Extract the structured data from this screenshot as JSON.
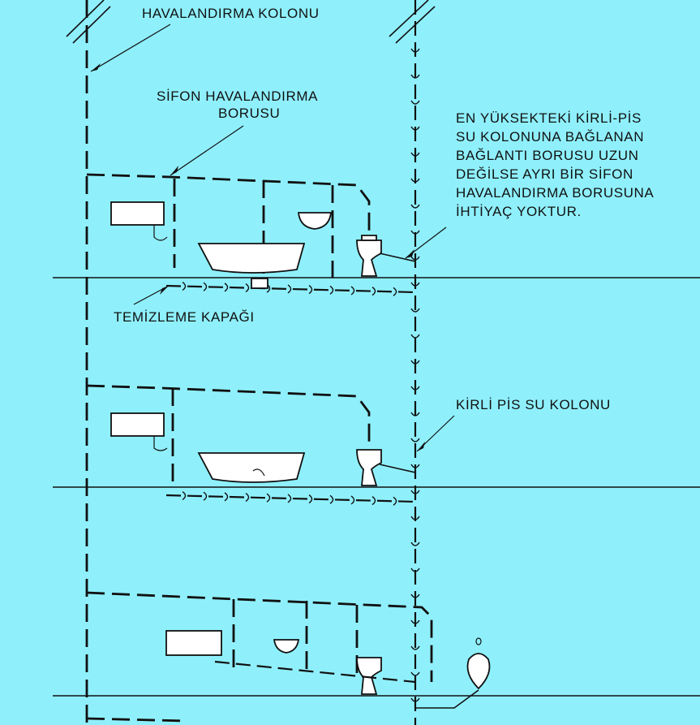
{
  "diagram": {
    "labels": {
      "vent_stack": "HAVALANDIRMA KOLONU",
      "trap_vent_line1": "SİFON HAVALANDIRMA",
      "trap_vent_line2": "BORUSU",
      "note_line1": "EN YÜKSEKTEKİ KİRLİ-PİS",
      "note_line2": "SU KOLONUNA BAĞLANAN",
      "note_line3": "BAĞLANTI BORUSU UZUN",
      "note_line4": "DEĞİLSE AYRI BİR SİFON",
      "note_line5": "HAVALANDIRMA BORUSUNA",
      "note_line6": "İHTİYAÇ YOKTUR.",
      "cleanout": "TEMİZLEME KAPAĞI",
      "soil_stack": "KİRLİ PİS SU KOLONU"
    },
    "colors": {
      "background": "#8ff0fc",
      "ink": "#111111",
      "fixture_fill": "#ffffff"
    }
  }
}
